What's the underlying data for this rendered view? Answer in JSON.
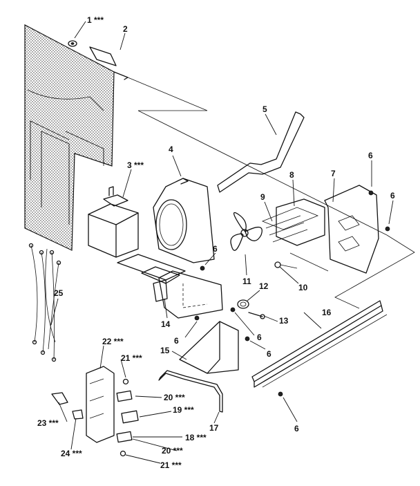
{
  "callouts": [
    {
      "id": "c1",
      "text": "1 ***"
    },
    {
      "id": "c2",
      "text": "2"
    },
    {
      "id": "c3",
      "text": "3 ***"
    },
    {
      "id": "c4",
      "text": "4"
    },
    {
      "id": "c5",
      "text": "5"
    },
    {
      "id": "c6a",
      "text": "6"
    },
    {
      "id": "c6b",
      "text": "6"
    },
    {
      "id": "c7",
      "text": "7"
    },
    {
      "id": "c8",
      "text": "8"
    },
    {
      "id": "c9",
      "text": "9"
    },
    {
      "id": "c6c",
      "text": "6"
    },
    {
      "id": "c10",
      "text": "10"
    },
    {
      "id": "c11",
      "text": "11"
    },
    {
      "id": "c12",
      "text": "12"
    },
    {
      "id": "c13",
      "text": "13"
    },
    {
      "id": "c14",
      "text": "14"
    },
    {
      "id": "c16",
      "text": "16"
    },
    {
      "id": "c6d",
      "text": "6"
    },
    {
      "id": "c6e",
      "text": "6"
    },
    {
      "id": "c6f",
      "text": "6"
    },
    {
      "id": "c15",
      "text": "15"
    },
    {
      "id": "c25",
      "text": "25"
    },
    {
      "id": "c22",
      "text": "22 ***"
    },
    {
      "id": "c21a",
      "text": "21 ***"
    },
    {
      "id": "c20a",
      "text": "20 ***"
    },
    {
      "id": "c19",
      "text": "19 ***"
    },
    {
      "id": "c17",
      "text": "17"
    },
    {
      "id": "c23",
      "text": "23 ***"
    },
    {
      "id": "c18",
      "text": "18 ***"
    },
    {
      "id": "c20b",
      "text": "20 ***"
    },
    {
      "id": "c24",
      "text": "24 ***"
    },
    {
      "id": "c21b",
      "text": "21 ***"
    },
    {
      "id": "c6g",
      "text": "6"
    }
  ]
}
